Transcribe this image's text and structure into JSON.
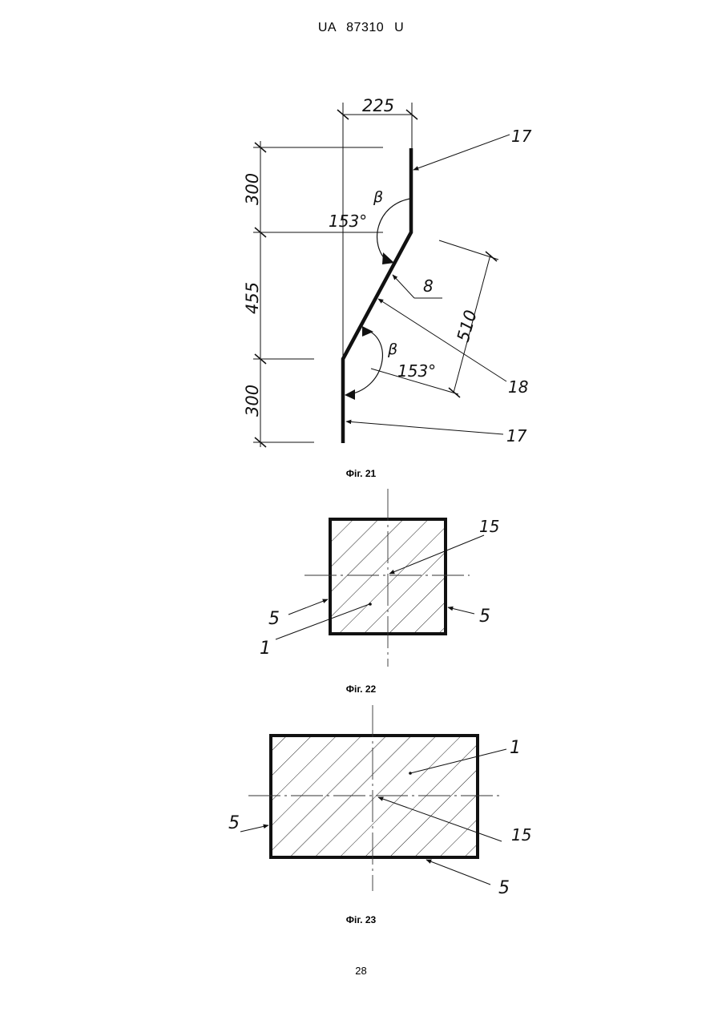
{
  "header": {
    "doc_id": "UA   87310   U"
  },
  "figures": [
    {
      "caption": "Фіг. 21",
      "dimensions": {
        "top_width": "225",
        "upper_height": "300",
        "middle_height": "455",
        "lower_height": "300",
        "slant_length": "510"
      },
      "angles": {
        "symbol": "β",
        "upper": "153°",
        "lower": "153°"
      },
      "callouts": {
        "wall_top": "17",
        "wall_bottom": "17",
        "slant_part": "8",
        "slant_edge": "18"
      }
    },
    {
      "caption": "Фіг. 22",
      "callouts": {
        "center": "15",
        "side_left": "5",
        "side_right": "5",
        "body": "1"
      }
    },
    {
      "caption": "Фіг. 23",
      "callouts": {
        "body": "1",
        "center": "15",
        "side_left": "5",
        "side_bottom": "5"
      }
    }
  ],
  "page_number": "28"
}
